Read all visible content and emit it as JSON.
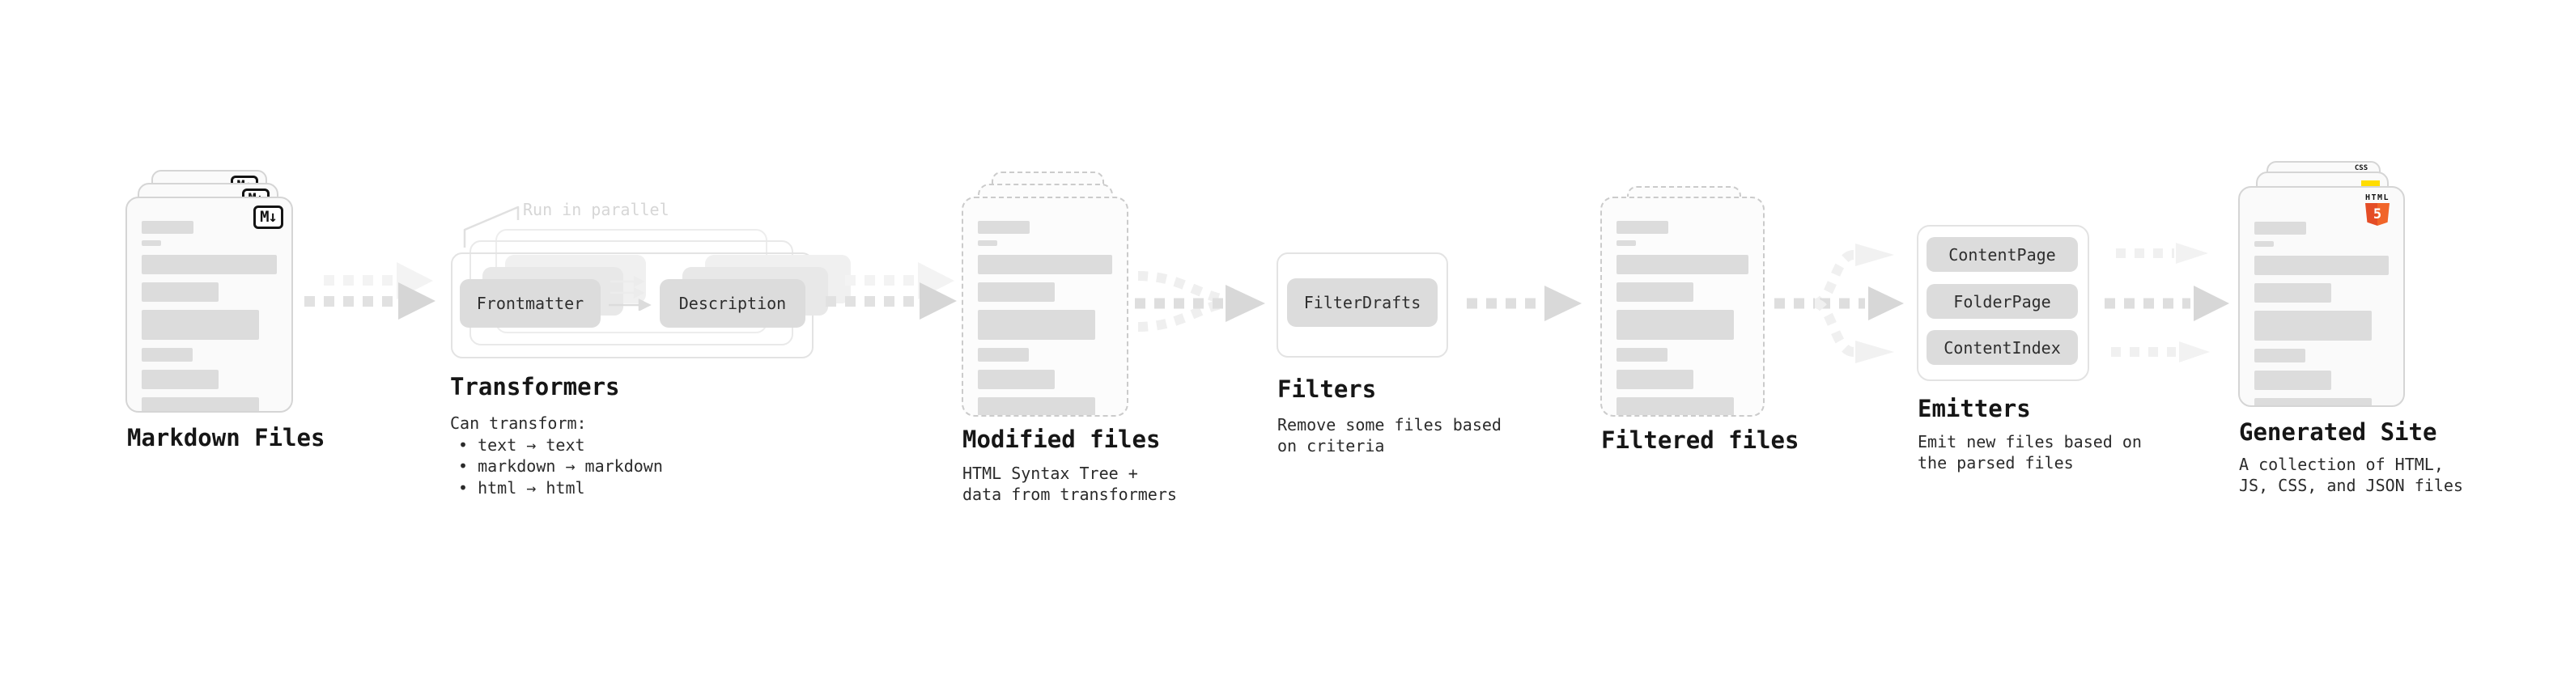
{
  "palette": {
    "card_border": "#d5d5d5",
    "dashed_border": "#cbcbcb",
    "bar_fill": "#dcdcdc",
    "pill_bg": "#dcdcdc",
    "frame_border": "#e3e3e3",
    "arrow_dash": "#dedede",
    "arrow_head": "#d7d7d7",
    "arrow_light": "#f1f1f1",
    "annotation_text": "#d6d6d6",
    "heading_text": "#161616",
    "body_text": "#2b2b2b",
    "html5_orange": "#f16529",
    "js_yellow": "#ffdd00",
    "css_blue": "#2e6be5"
  },
  "nodes": {
    "markdown": {
      "title": "Markdown Files",
      "badge": "M↓"
    },
    "transformers": {
      "title": "Transformers",
      "annotation": "Run in parallel",
      "pill_left": "Frontmatter",
      "pill_right": "Description",
      "subtitle": "Can transform:",
      "bullets": [
        "• text → text",
        "• markdown → markdown",
        "• html → html"
      ]
    },
    "modified": {
      "title": "Modified files",
      "desc": [
        "HTML Syntax Tree +",
        "data from transformers"
      ]
    },
    "filters": {
      "title": "Filters",
      "pill": "FilterDrafts",
      "desc": [
        "Remove some files based",
        "on criteria"
      ]
    },
    "filtered": {
      "title": "Filtered files"
    },
    "emitters": {
      "title": "Emitters",
      "pills": [
        "ContentPage",
        "FolderPage",
        "ContentIndex"
      ],
      "desc": [
        "Emit new files based on",
        "the parsed files"
      ]
    },
    "site": {
      "title": "Generated Site",
      "desc": [
        "A collection of HTML,",
        "JS, CSS, and JSON files"
      ],
      "css_badge": "CSS",
      "html_badge_word": "HTML",
      "html_badge_number": "5"
    }
  }
}
